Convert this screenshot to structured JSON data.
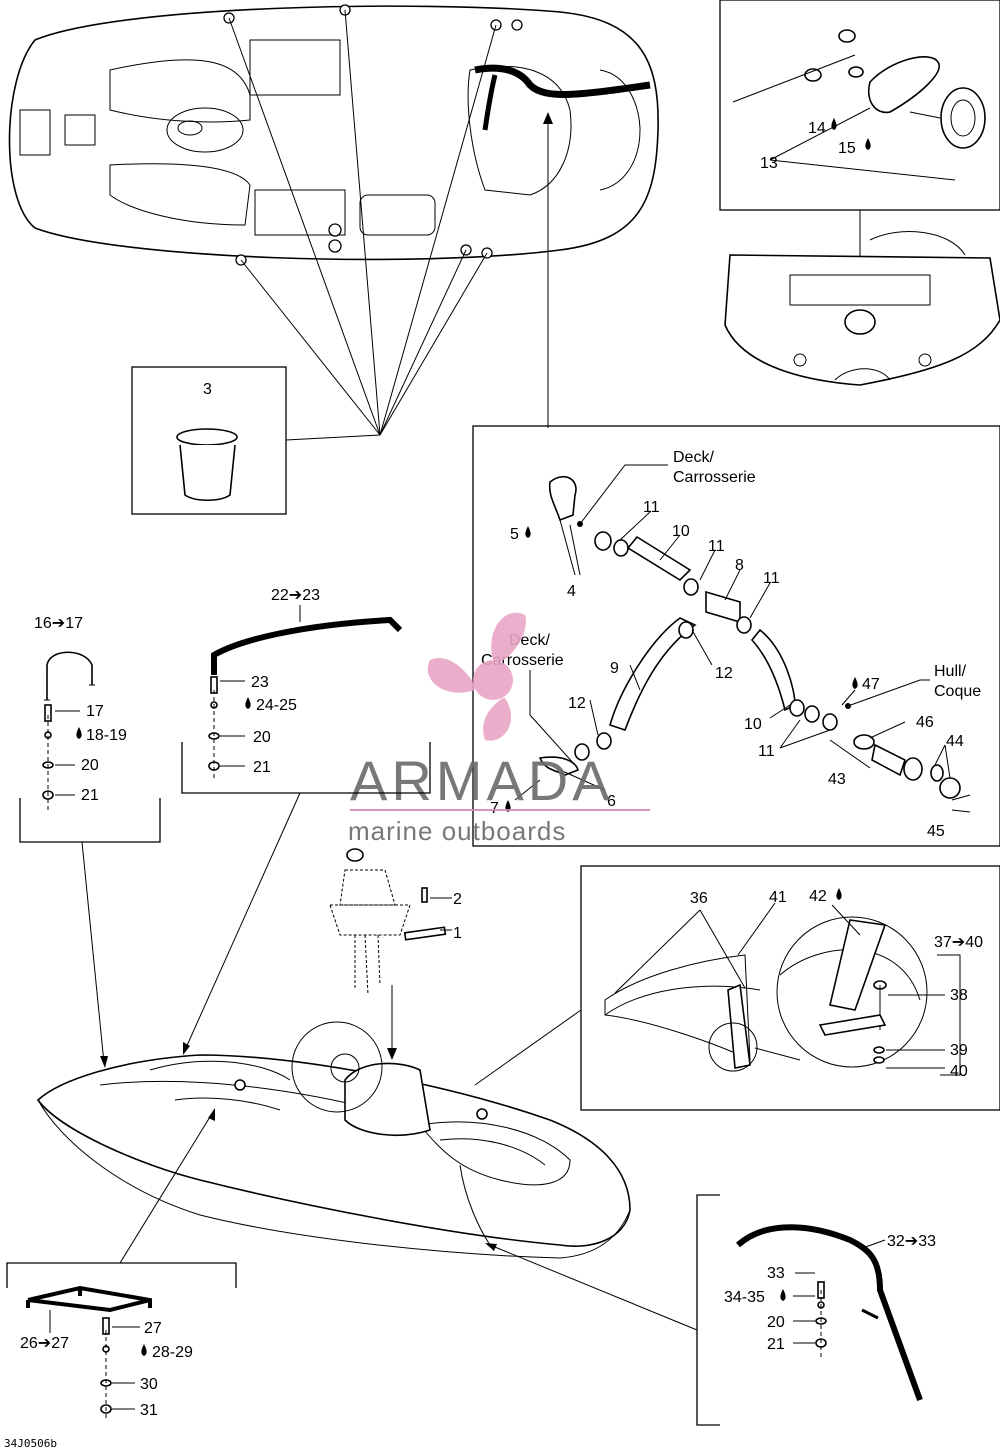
{
  "diagram": {
    "figure_code": "34J0506b",
    "watermark": {
      "brand": "ARMADA",
      "tagline": "marine outboards",
      "logo_color": "#e8a6c6",
      "text_color": "#6a6a6a",
      "rule_color": "#d28cb4"
    },
    "drop_glyph": "drop-icon",
    "labels": {
      "l3": "3",
      "l13": "13",
      "l14": "14",
      "l15": "15",
      "deck_top": "Deck/",
      "carrosserie_top": "Carrosserie",
      "deck_mid": "Deck/",
      "carrosserie_mid": "Carrosserie",
      "hull": "Hull/",
      "coque": "Coque",
      "l4": "4",
      "l5": "5",
      "l6": "6",
      "l7": "7",
      "l8": "8",
      "l9": "9",
      "l10a": "10",
      "l10b": "10",
      "l11a": "11",
      "l11b": "11",
      "l11c": "11",
      "l11d": "11",
      "l12a": "12",
      "l12b": "12",
      "l43": "43",
      "l44": "44",
      "l45": "45",
      "l46": "46",
      "l47": "47",
      "l16_17": "16➔17",
      "l17": "17",
      "l18_19": "18-19",
      "l20a": "20",
      "l21a": "21",
      "l22_23": "22➔23",
      "l23": "23",
      "l24_25": "24-25",
      "l20b": "20",
      "l21b": "21",
      "l1": "1",
      "l2": "2",
      "l36": "36",
      "l41": "41",
      "l42": "42",
      "l37_40": "37➔40",
      "l38": "38",
      "l39": "39",
      "l40": "40",
      "l26_27": "26➔27",
      "l27": "27",
      "l28_29": "28-29",
      "l30": "30",
      "l31": "31",
      "l32_33": "32➔33",
      "l33": "33",
      "l34_35": "34-35",
      "l20c": "20",
      "l21c": "21"
    }
  }
}
